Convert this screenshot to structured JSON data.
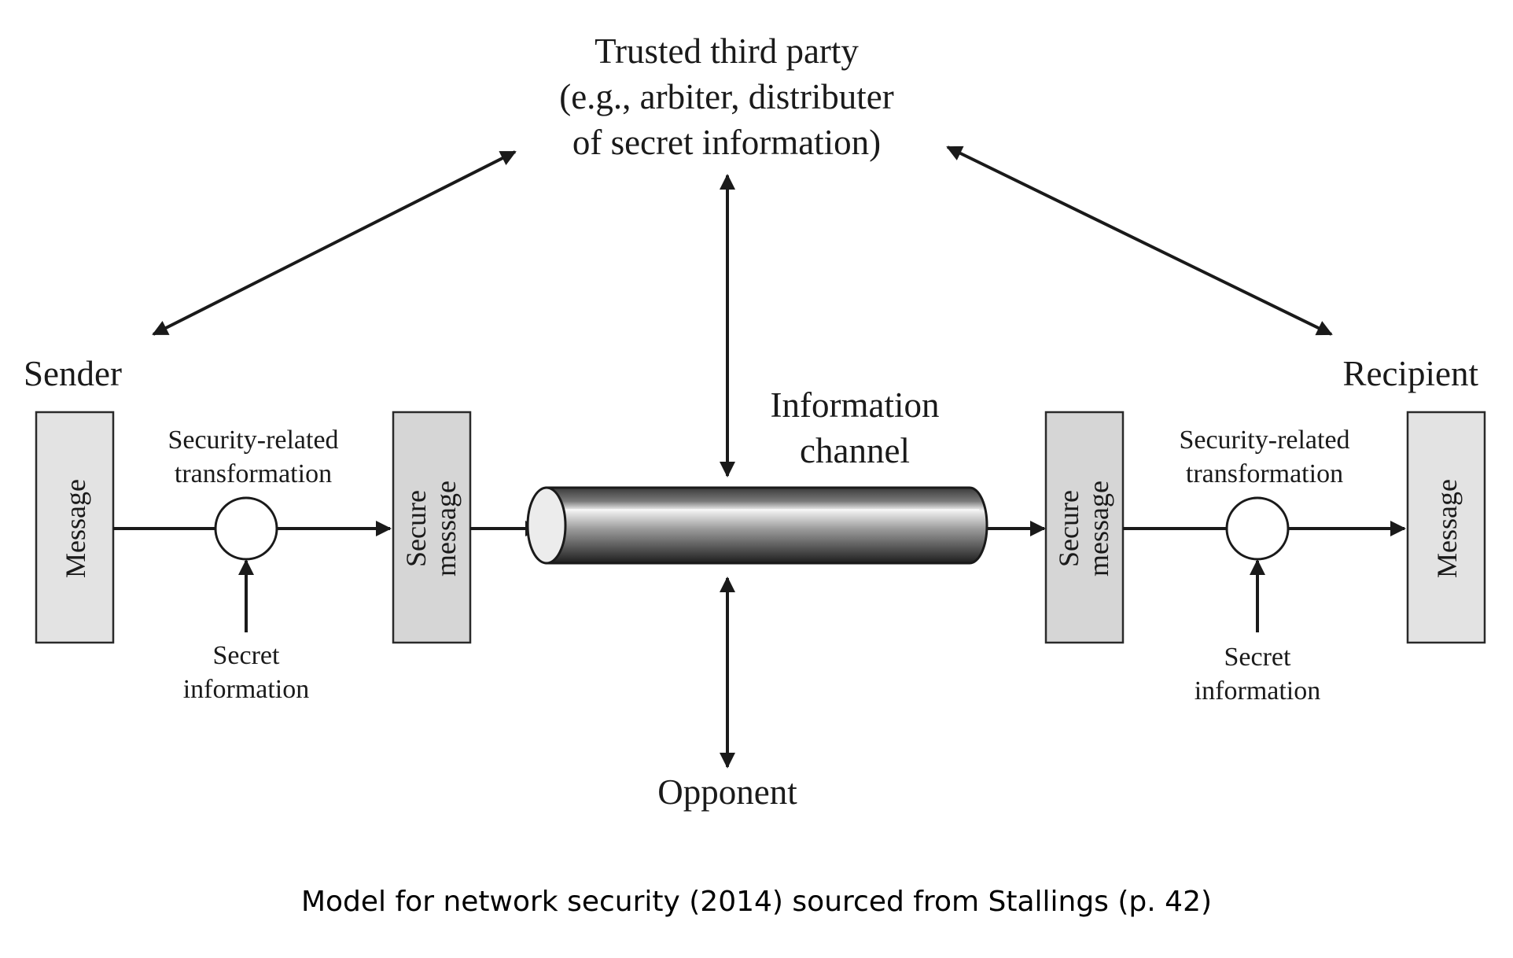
{
  "trusted_party": {
    "line1": "Trusted third party",
    "line2": "(e.g., arbiter, distributer",
    "line3": "of secret information)"
  },
  "sender": {
    "title": "Sender",
    "message": "Message",
    "transform_line1": "Security-related",
    "transform_line2": "transformation",
    "secret_line1": "Secret",
    "secret_line2": "information",
    "secure_line1": "Secure",
    "secure_line2": "message"
  },
  "channel": {
    "line1": "Information",
    "line2": "channel"
  },
  "recipient": {
    "title": "Recipient",
    "message": "Message",
    "transform_line1": "Security-related",
    "transform_line2": "transformation",
    "secret_line1": "Secret",
    "secret_line2": "information",
    "secure_line1": "Secure",
    "secure_line2": "message"
  },
  "opponent": "Opponent",
  "caption": "Model for network security (2014) sourced from Stallings (p. 42)"
}
